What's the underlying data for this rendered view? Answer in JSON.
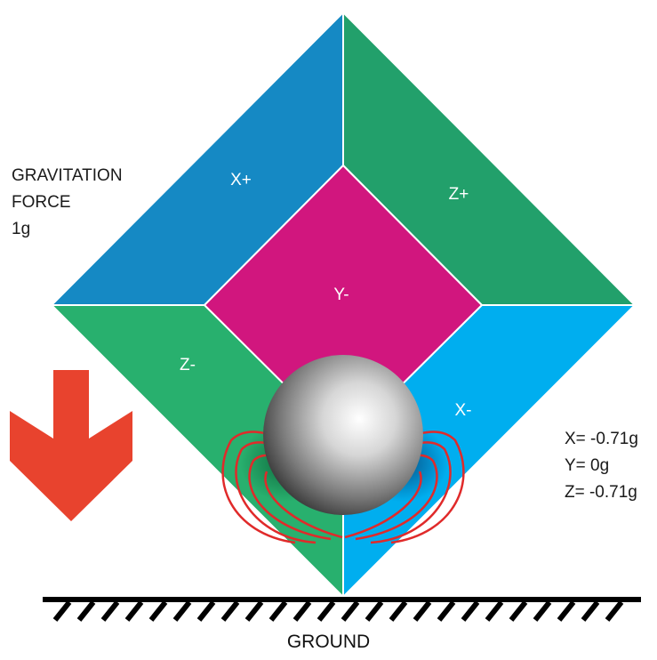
{
  "gravity": {
    "line1": "GRAVITATION",
    "line2": "FORCE",
    "line3": "1g"
  },
  "faces": {
    "x_plus": "X+",
    "z_plus": "Z+",
    "y_minus": "Y-",
    "z_minus": "Z-",
    "x_minus": "X-"
  },
  "readings": {
    "x": "X= -0.71g",
    "y": "Y= 0g",
    "z": "Z= -0.71g"
  },
  "ground_label": "GROUND",
  "colors": {
    "x_plus": "#1589c4",
    "z_plus": "#22a06b",
    "y_minus": "#d1167e",
    "z_minus": "#28b06e",
    "x_minus": "#00aeef",
    "arrow": "#e8432e",
    "contour": "#e02a2a"
  },
  "icons": {
    "gravity_arrow": "down-arrow-icon",
    "ball": "sphere-icon",
    "ground": "hatched-ground-icon"
  }
}
